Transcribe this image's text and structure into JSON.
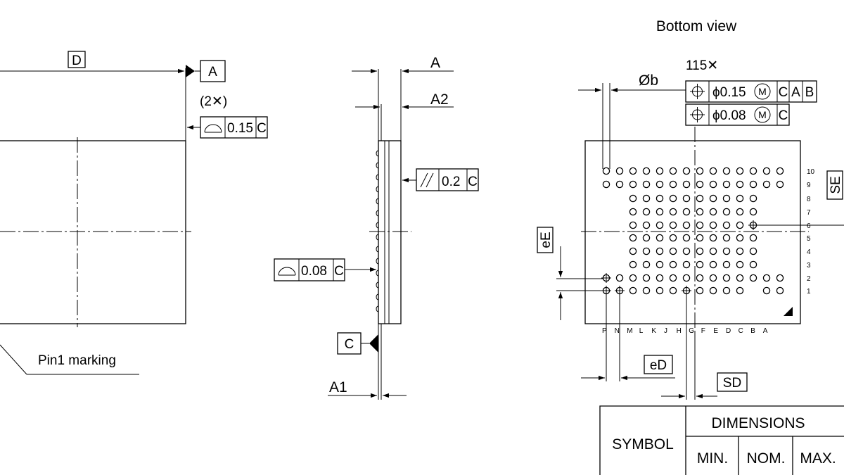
{
  "top_view": {
    "label_D": "D",
    "datum_A": "A",
    "count_2x": "(2✕)",
    "flatness_value": "0.15",
    "flatness_datum": "C",
    "pin1_label": "Pin1 marking"
  },
  "side_view": {
    "label_A": "A",
    "label_A2": "A2",
    "label_A1": "A1",
    "parallel_value": "0.2",
    "parallel_datum": "C",
    "profile_value": "0.08",
    "profile_datum": "C",
    "datum_C": "C"
  },
  "bottom_view": {
    "title": "Bottom view",
    "ball_count": "115✕",
    "ball_dia": "Øb",
    "fcf1": {
      "value": "ϕ0.15",
      "modifier": "M",
      "d1": "C",
      "d2": "A",
      "d3": "B"
    },
    "fcf2": {
      "value": "ϕ0.08",
      "modifier": "M",
      "d1": "C"
    },
    "label_eE": "eE",
    "label_eD": "eD",
    "label_SD": "SD",
    "label_SE": "SE",
    "rows": [
      "10",
      "9",
      "8",
      "7",
      "6",
      "5",
      "4",
      "3",
      "2",
      "1"
    ],
    "cols": [
      "P",
      "N",
      "M",
      "L",
      "K",
      "J",
      "H",
      "G",
      "F",
      "E",
      "D",
      "C",
      "B",
      "A"
    ]
  },
  "table": {
    "symbol": "SYMBOL",
    "dimensions": "DIMENSIONS",
    "min": "MIN.",
    "nom": "NOM.",
    "max": "MAX."
  }
}
